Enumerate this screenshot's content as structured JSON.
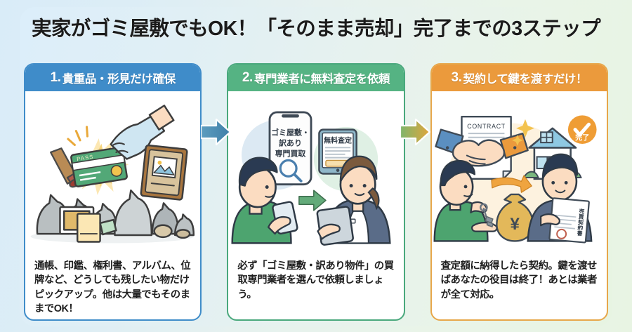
{
  "title": "実家がゴミ屋敷でもOK！「そのまま売却」完了までの3ステップ",
  "theme": {
    "bg_left": "#d9ecf8",
    "bg_right": "#e8f4e3",
    "step1_color": "#3f8cc9",
    "step2_color": "#55b383",
    "step3_color": "#eb9a3c",
    "arrow1_color": "#4b92b8",
    "arrow2_color": "#8bb55a",
    "accent_orange": "#ef9d35"
  },
  "steps": [
    {
      "number": "1.",
      "heading": "貴重品・形見だけ確保",
      "caption": "通帳、印鑑、権利書、アルバム、位牌など、どうしても残したい物だけピックアップ。他は大量でもそのままでOK！",
      "illustration": {
        "name": "gloved-hand-valuables-trash",
        "labels": [
          {
            "text": "PASS",
            "on": "bankbook-card"
          }
        ],
        "objects": [
          "gloved-hand",
          "green-bankbook",
          "photo-album",
          "wooden-seal-stamp",
          "garbage-bags",
          "sparkle-burst"
        ]
      }
    },
    {
      "number": "2.",
      "heading": "専門業者に無料査定を依頼",
      "caption": "必ず「ゴミ屋敷・訳あり物件」の買取専門業者を選んで依頼しましょう。",
      "illustration": {
        "name": "man-phone-search-woman-tablet",
        "labels": [
          {
            "text": "ゴミ屋敷・",
            "on": "phone-screen-line1"
          },
          {
            "text": "訳あり",
            "on": "phone-screen-line2"
          },
          {
            "text": "専門買取",
            "on": "phone-screen-line3"
          },
          {
            "text": "無料査定",
            "on": "tablet-screen-title"
          }
        ],
        "objects": [
          "man-green-sweater",
          "smartphone",
          "magnifier-icon",
          "speech-bubble",
          "tablet-document",
          "woman-business-suit",
          "green-arrow"
        ]
      }
    },
    {
      "number": "3.",
      "heading": "契約して鍵を渡すだけ！",
      "caption": "査定額に納得したら契約。鍵を渡せばあなたの役目は終了！あとは業者が全て対応。",
      "illustration": {
        "name": "handshake-contract-keys-house",
        "labels": [
          {
            "text": "CONTRACT",
            "on": "contract-paper"
          },
          {
            "text": "完了",
            "on": "completion-badge"
          },
          {
            "text": "¥",
            "on": "money-bag"
          },
          {
            "text": "売買契約書",
            "on": "sales-contract-document"
          }
        ],
        "objects": [
          "handshake",
          "contract-paper",
          "house",
          "check-badge",
          "man-green-sweater",
          "keys",
          "money-bag",
          "businessman",
          "orange-arrow",
          "sparkles"
        ]
      }
    }
  ]
}
